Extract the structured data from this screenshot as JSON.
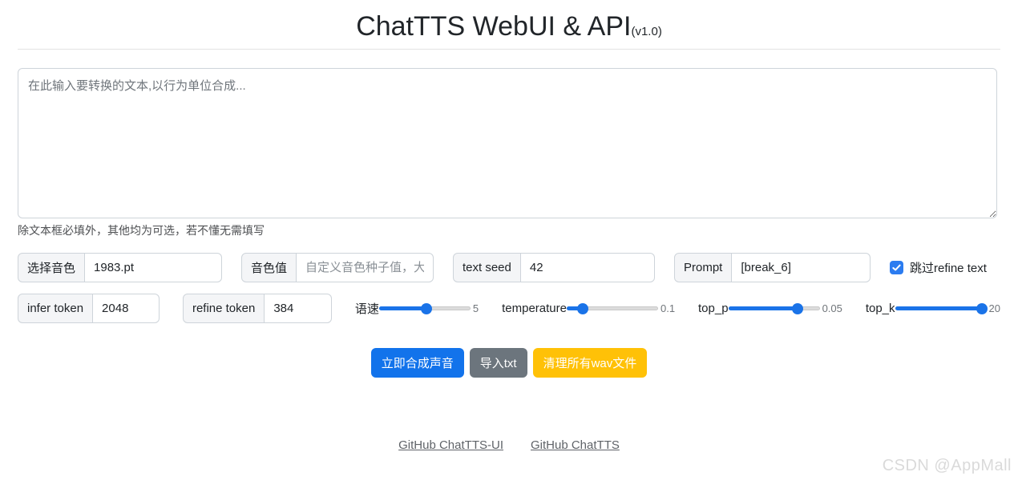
{
  "header": {
    "title": "ChatTTS WebUI & API",
    "version": "(v1.0)"
  },
  "editor": {
    "placeholder": "在此输入要转换的文本,以行为单位合成...",
    "value": "",
    "note": "除文本框必填外，其他均为可选，若不懂无需填写"
  },
  "row1": {
    "voice_select": {
      "label": "选择音色",
      "value": "1983.pt"
    },
    "voice_value": {
      "label": "音色值",
      "value": "",
      "placeholder": "自定义音色种子值，大"
    },
    "text_seed": {
      "label": "text seed",
      "value": "42"
    },
    "prompt": {
      "label": "Prompt",
      "value": "[break_6]"
    },
    "skip_refine": {
      "label": "跳过refine text",
      "checked": true
    }
  },
  "row2": {
    "infer_token": {
      "label": "infer token",
      "value": "2048"
    },
    "refine_token": {
      "label": "refine token",
      "value": "384"
    },
    "sliders": [
      {
        "name": "speed",
        "label": "语速",
        "value": "5",
        "percent": 52
      },
      {
        "name": "temperature",
        "label": "temperature",
        "value": "0.1",
        "percent": 17
      },
      {
        "name": "top_p",
        "label": "top_p",
        "value": "0.05",
        "percent": 76
      },
      {
        "name": "top_k",
        "label": "top_k",
        "value": "20",
        "percent": 96
      }
    ]
  },
  "buttons": {
    "synthesize": "立即合成声音",
    "import_txt": "导入txt",
    "clear_wav": "清理所有wav文件"
  },
  "footer": {
    "links": [
      {
        "label": "GitHub ChatTTS-UI"
      },
      {
        "label": "GitHub ChatTTS"
      }
    ]
  },
  "watermark": "CSDN @AppMall",
  "colors": {
    "primary": "#1273eb",
    "secondary": "#6c757d",
    "warning": "#ffc107",
    "slider_accent": "#1a73e8",
    "checkbox_accent": "#2b7cf0"
  }
}
